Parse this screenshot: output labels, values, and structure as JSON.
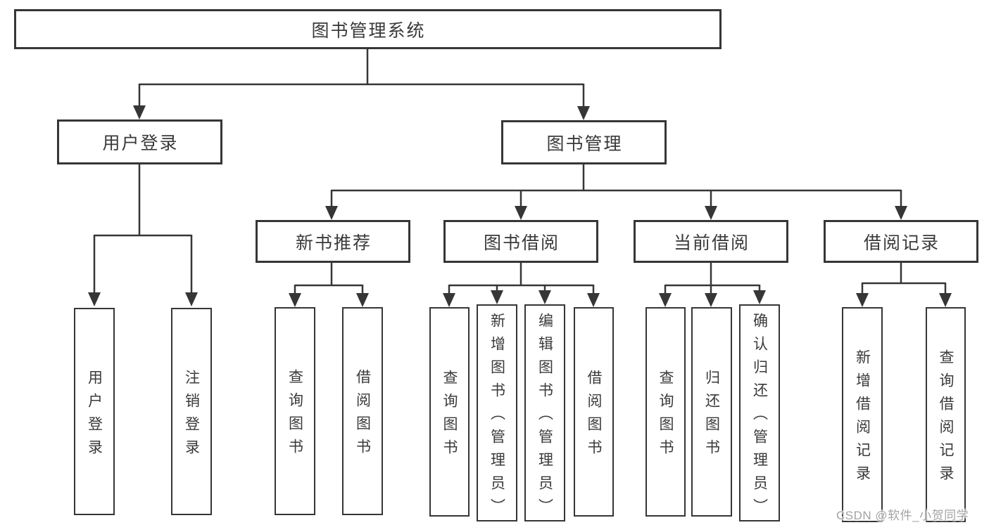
{
  "diagram_title": "图书管理系统",
  "colors": {
    "line": "#363636",
    "box_border": "#363636",
    "box_fill": "#ffffff",
    "text": "#3a3a3a",
    "background": "#ffffff",
    "watermark": "#a3a3a3"
  },
  "nodes": {
    "root": "图书管理系统",
    "user_login": "用户登录",
    "book_mgmt": "图书管理",
    "new_book_rec": "新书推荐",
    "book_borrow": "图书借阅",
    "current_borrow": "当前借阅",
    "borrow_record": "借阅记录",
    "leaf_user_login": "用户登录",
    "leaf_logout": "注销登录",
    "leaf_nb_query": "查询图书",
    "leaf_nb_borrow": "借阅图书",
    "leaf_bb_query": "查询图书",
    "leaf_bb_add": "新增图书（管理员）",
    "leaf_bb_edit": "编辑图书（管理员）",
    "leaf_bb_borrow": "借阅图书",
    "leaf_cb_query": "查询图书",
    "leaf_cb_return": "归还图书",
    "leaf_cb_confirm": "确认归还（管理员）",
    "leaf_br_add": "新增借阅记录",
    "leaf_br_query": "查询借阅记录"
  },
  "tree": {
    "label": "图书管理系统",
    "children": [
      {
        "label": "用户登录",
        "children": [
          {
            "label": "用户登录"
          },
          {
            "label": "注销登录"
          }
        ]
      },
      {
        "label": "图书管理",
        "children": [
          {
            "label": "新书推荐",
            "children": [
              {
                "label": "查询图书"
              },
              {
                "label": "借阅图书"
              }
            ]
          },
          {
            "label": "图书借阅",
            "children": [
              {
                "label": "查询图书"
              },
              {
                "label": "新增图书（管理员）"
              },
              {
                "label": "编辑图书（管理员）"
              },
              {
                "label": "借阅图书"
              }
            ]
          },
          {
            "label": "当前借阅",
            "children": [
              {
                "label": "查询图书"
              },
              {
                "label": "归还图书"
              },
              {
                "label": "确认归还（管理员）"
              }
            ]
          },
          {
            "label": "借阅记录",
            "children": [
              {
                "label": "新增借阅记录"
              },
              {
                "label": "查询借阅记录"
              }
            ]
          }
        ]
      }
    ]
  },
  "watermark": {
    "text": "CSDN @软件_小贺同学"
  }
}
